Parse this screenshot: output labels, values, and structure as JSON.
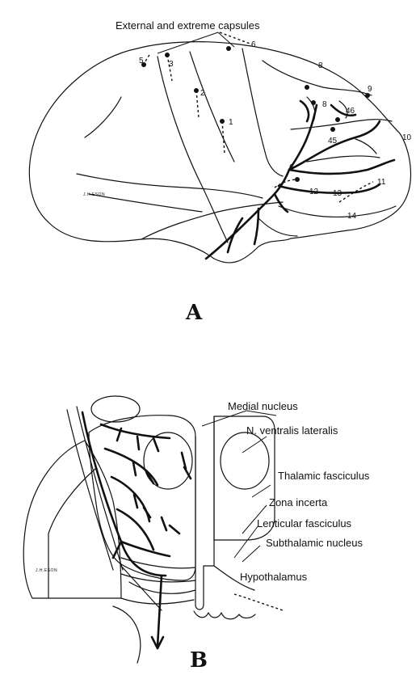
{
  "figure_a": {
    "panel_label": "A",
    "title_label": "External and extreme capsules",
    "area_numbers": [
      "5",
      "3",
      "6",
      "2",
      "1",
      "8",
      "9",
      "46",
      "45",
      "10",
      "11",
      "12",
      "13",
      "14"
    ],
    "signature": "J.H.ESON"
  },
  "figure_b": {
    "panel_label": "B",
    "labels": {
      "medial_nucleus": "Medial nucleus",
      "ventralis_lateralis": "N. ventralis lateralis",
      "thalamic_fasciculus": "Thalamic fasciculus",
      "zona_incerta": "Zona incerta",
      "lenticular_fasciculus": "Lenticular fasciculus",
      "subthalamic_nucleus": "Subthalamic nucleus",
      "hypothalamus": "Hypothalamus"
    },
    "signature": "J.H.ESON"
  },
  "colors": {
    "ink": "#111111",
    "background": "#ffffff"
  }
}
